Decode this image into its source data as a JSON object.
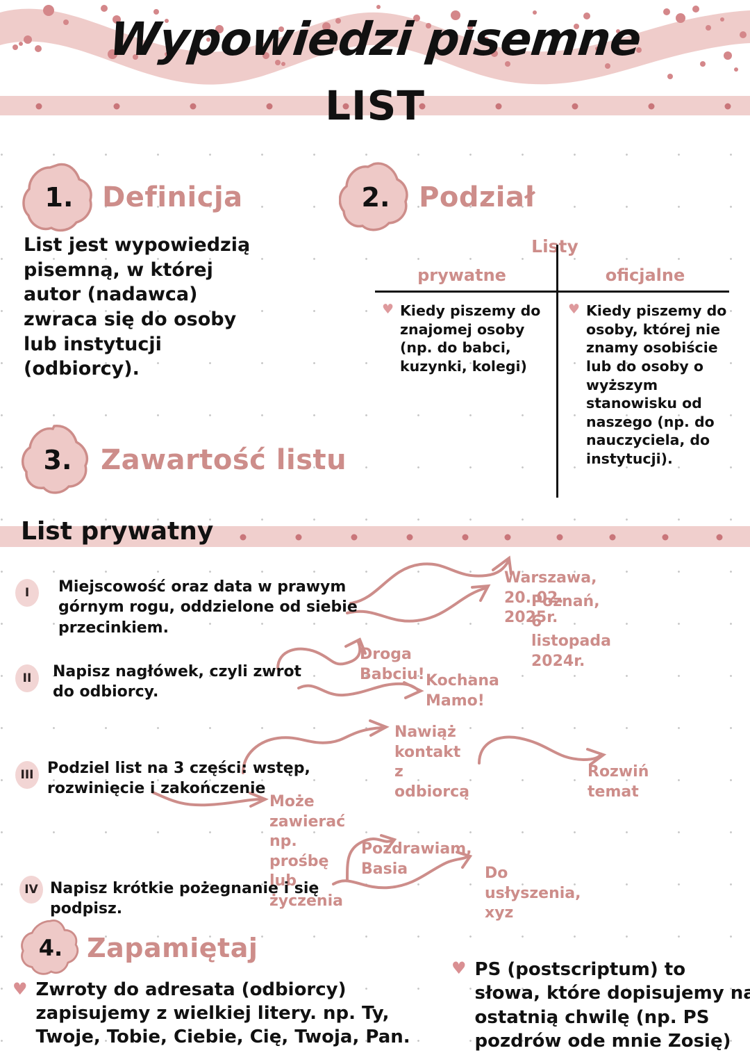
{
  "header": {
    "title": "Wypowiedzi pisemne",
    "subtitle": "LIST"
  },
  "sections": [
    {
      "number": "1.",
      "title": "Definicja"
    },
    {
      "number": "2.",
      "title": "Podział"
    },
    {
      "number": "3.",
      "title": "Zawartość listu"
    },
    {
      "number": "4.",
      "title": "Zapamiętaj"
    }
  ],
  "definition": {
    "text": "List jest wypowiedzią pisemną, w której autor (nadawca) zwraca się do osoby lub instytucji (odbiorcy)."
  },
  "table": {
    "caption": "Listy",
    "columns": [
      "prywatne",
      "oficjalne"
    ],
    "cells": [
      "Kiedy piszemy do znajomej osoby (np. do babci, kuzynki, kolegi)",
      "Kiedy piszemy do osoby, której nie znamy osobiście lub do osoby o wyższym stanowisku od naszego (np. do nauczyciela, do instytucji)."
    ]
  },
  "banner": {
    "label": "List prywatny"
  },
  "steps": [
    {
      "marker": "I",
      "text": "Miejscowość oraz data w prawym górnym rogu, oddzielone od siebie przecinkiem.",
      "examples": [
        "Warszawa, 20. 02. 2025r.",
        "Poznań, 6 listopada 2024r."
      ]
    },
    {
      "marker": "II",
      "text": "Napisz nagłówek, czyli zwrot do odbiorcy.",
      "examples": [
        "Droga Babciu!",
        "Kochana Mamo!"
      ]
    },
    {
      "marker": "III",
      "text": "Podziel list na 3 części: wstęp, rozwinięcie i zakończenie",
      "examples": [
        "Nawiąż kontakt z odbiorcą",
        "Rozwiń temat",
        "Może zawierać np. prośbę lub życzenia"
      ]
    },
    {
      "marker": "IV",
      "text": "Napisz krótkie pożegnanie i się podpisz.",
      "examples": [
        "Pozdrawiam, Basia",
        "Do usłyszenia, xyz"
      ]
    }
  ],
  "notes": [
    "Zwroty do adresata (odbiorcy) zapisujemy z wielkiej litery. np. Ty, Twoje, Tobie, Ciebie, Cię, Twoja, Pan.",
    "PS (postscriptum) to słowa, które dopisujemy na ostatnią chwilę (np. PS pozdrów ode mnie Zosię)"
  ],
  "icons": {
    "bullet": "heart-icon"
  },
  "colors": {
    "accent_pink": "#cd8d8a",
    "light_pink": "#f0cfcd",
    "blob_fill": "#eec9c7",
    "blob_stroke": "#cd8d8a",
    "dot_pink": "#d48b8b",
    "text_dark": "#111111"
  }
}
